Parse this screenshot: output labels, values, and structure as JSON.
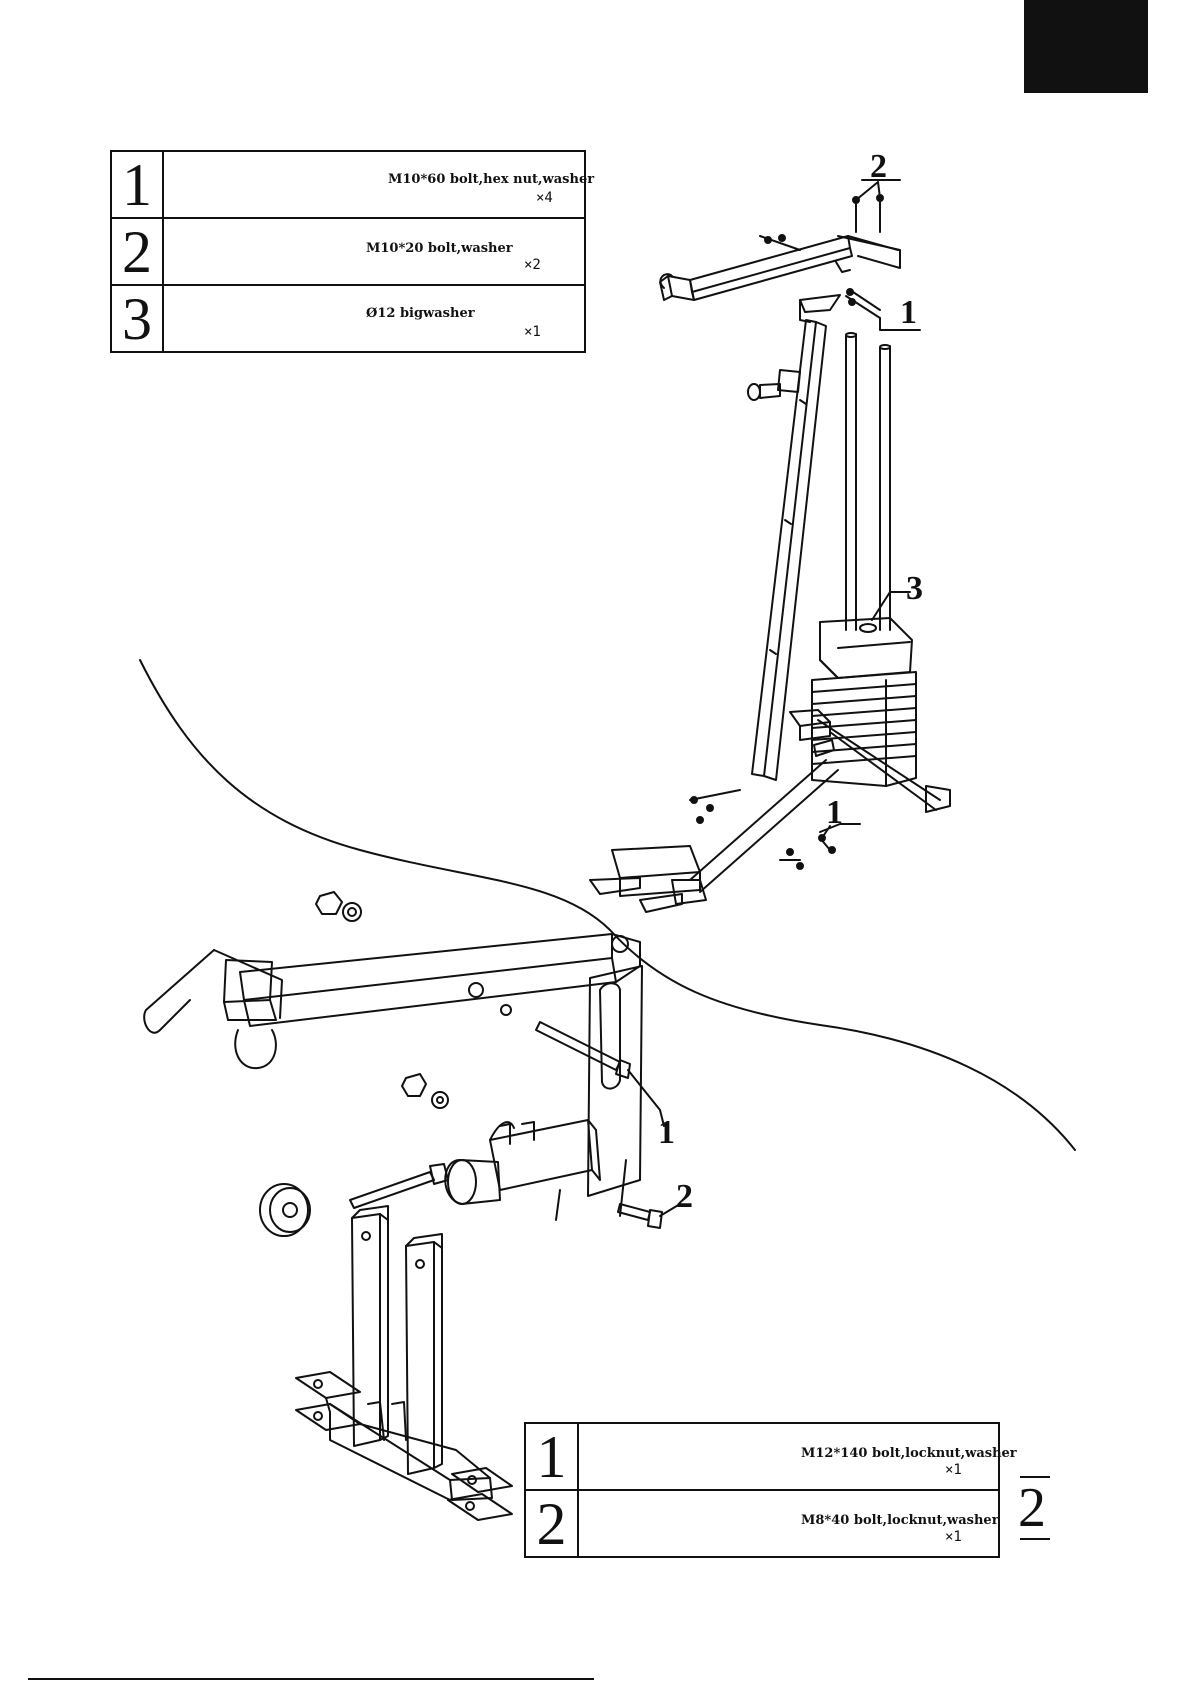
{
  "hardware_top": [
    {
      "num": "1",
      "desc": "M10*60 bolt,hex nut,washer",
      "qty": "×4"
    },
    {
      "num": "2",
      "desc": "M10*20 bolt,washer",
      "qty": "×2"
    },
    {
      "num": "3",
      "desc": "Ø12 bigwasher",
      "qty": "×1"
    }
  ],
  "hardware_bottom": [
    {
      "num": "1",
      "desc": "M12*140 bolt,locknut,washer",
      "qty": "×1"
    },
    {
      "num": "2",
      "desc": "M8*40 bolt,locknut,washer",
      "qty": "×1"
    }
  ],
  "callouts": {
    "top_bolts": "2",
    "top_bracket": "1",
    "weight_washer": "3",
    "base_bolts": "1",
    "detail_bolt": "1",
    "detail_small_bolt": "2"
  },
  "page_number": "2",
  "colors": {
    "ink": "#111111",
    "paper": "#ffffff"
  }
}
